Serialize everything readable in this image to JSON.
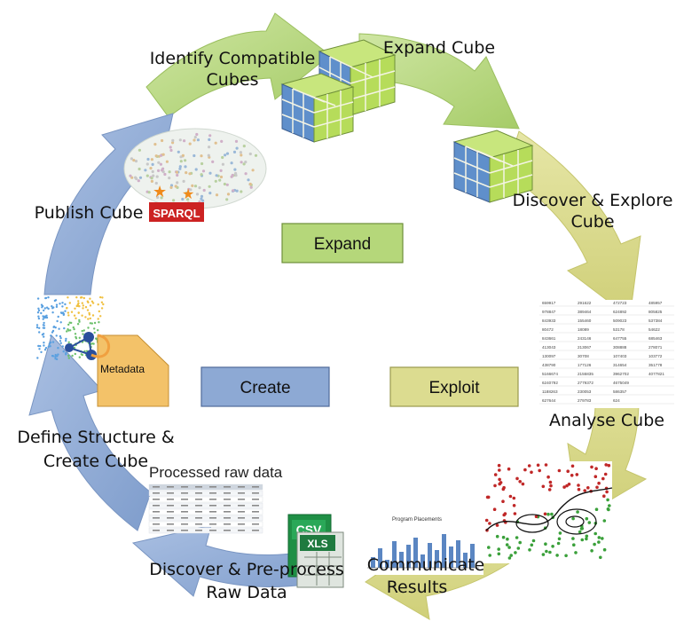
{
  "colors": {
    "green": "#b5d77a",
    "olive": "#dcdc90",
    "blue": "#8da9d4",
    "cube_green": "#a8d850",
    "cube_blue": "#6e98cc",
    "metadata_tag": "#f3c269"
  },
  "stages": {
    "expand": "Expand",
    "exploit": "Exploit",
    "create": "Create"
  },
  "steps": {
    "identify_line1": "Identify Compatible",
    "identify_line2": "Cubes",
    "expand_cube": "Expand Cube",
    "discover_line1": "Discover & Explore",
    "discover_line2": "Cube",
    "analyse": "Analyse Cube",
    "communicate_line1": "Communicate",
    "communicate_line2": "Results",
    "preprocess_line1": "Discover & Pre-process",
    "preprocess_line2": "Raw Data",
    "define_line1": "Define Structure &",
    "define_line2": "Create Cube",
    "publish": "Publish Cube"
  },
  "images": {
    "sparql_logo": "SPARQL",
    "metadata_tag": "Metadata",
    "processed_raw_data": "Processed raw data",
    "csv_icon": "CSV",
    "xls_icon": "XLS",
    "placements_chart_title": "Program Placements"
  },
  "data_table": {
    "rows": [
      [
        "659917",
        "291622",
        "472723",
        "485957"
      ],
      [
        "978847",
        "389464",
        "624892",
        "805825"
      ],
      [
        "843933",
        "155460",
        "509023",
        "537384"
      ],
      [
        "80472",
        "18089",
        "53178",
        "54622"
      ],
      [
        "843661",
        "243146",
        "647755",
        "685463"
      ],
      [
        "413043",
        "213067",
        "308888",
        "278071"
      ],
      [
        "130097",
        "30708",
        "107403",
        "103772"
      ],
      [
        "438790",
        "177126",
        "314654",
        "351778"
      ],
      [
        "5166674",
        "2155835",
        "3962702",
        "4077821"
      ],
      [
        "6240792",
        "2779372",
        "4675049",
        ""
      ],
      [
        "1188263",
        "230053",
        "586357",
        ""
      ],
      [
        "627644",
        "279783",
        "624",
        ""
      ]
    ]
  }
}
